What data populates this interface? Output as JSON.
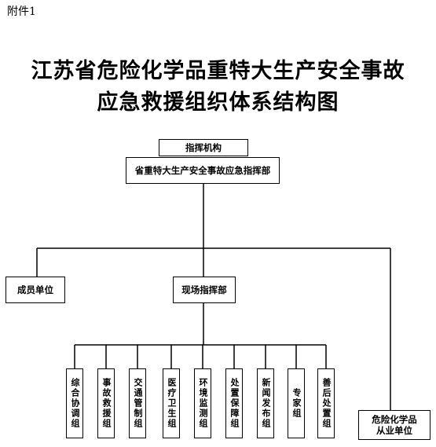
{
  "annex": "附件1",
  "title": {
    "line1": "江苏省危险化学品重特大生产安全事故",
    "line2": "应急救援组织体系结构图"
  },
  "nodes": {
    "top_label": "指挥机构",
    "command": "省重特大生产安全事故应急指挥部",
    "member_units": "成员单位",
    "field_command": "现场指挥部",
    "hazard_units_line1": "危险化学品",
    "hazard_units_line2": "从业单位"
  },
  "groups": [
    "综合协调组",
    "事故救援组",
    "交通管制组",
    "医疗卫生组",
    "环境监测组",
    "处置保障组",
    "新闻发布组",
    "专家组",
    "善后处置组"
  ]
}
